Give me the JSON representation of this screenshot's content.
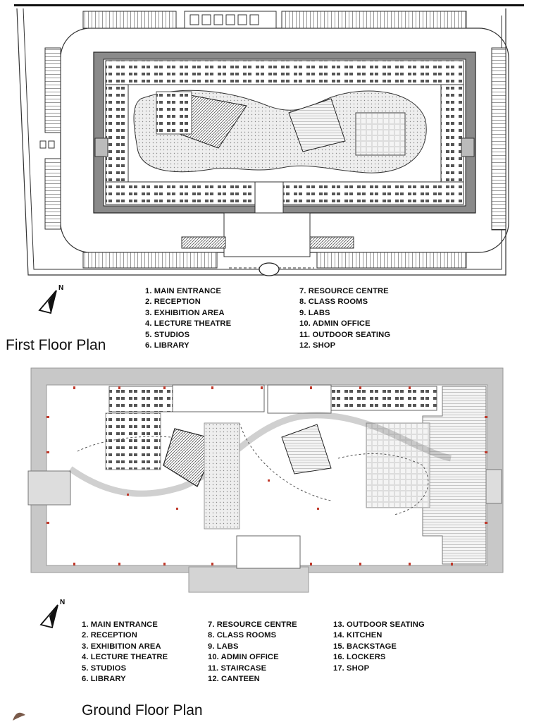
{
  "first_floor": {
    "caption": "First Floor Plan",
    "north_label": "N",
    "legend_left": [
      "1. MAIN ENTRANCE",
      "2. RECEPTION",
      "3. EXHIBITION AREA",
      "4. LECTURE THEATRE",
      "5. STUDIOS",
      "6. LIBRARY"
    ],
    "legend_right": [
      "7. RESOURCE CENTRE",
      "8. CLASS ROOMS",
      "9. LABS",
      "10. ADMIN OFFICE",
      "11. OUTDOOR SEATING",
      "12. SHOP"
    ]
  },
  "ground_floor": {
    "caption": "Ground Floor Plan",
    "north_label": "N",
    "legend_col1": [
      "1. MAIN ENTRANCE",
      "2. RECEPTION",
      "3. EXHIBITION AREA",
      "4. LECTURE THEATRE",
      "5. STUDIOS",
      "6. LIBRARY"
    ],
    "legend_col2": [
      "7. RESOURCE CENTRE",
      "8. CLASS ROOMS",
      "9. LABS",
      "10. ADMIN OFFICE",
      "11. STAIRCASE",
      "12. CANTEEN"
    ],
    "legend_col3": [
      "13. OUTDOOR SEATING",
      "14. KITCHEN",
      "15. BACKSTAGE",
      "16. LOCKERS",
      "17. SHOP"
    ]
  },
  "colors": {
    "line": "#222222",
    "wall": "#555555",
    "ground_fill": "#c8c8c8",
    "accent_red": "#c0392b"
  }
}
